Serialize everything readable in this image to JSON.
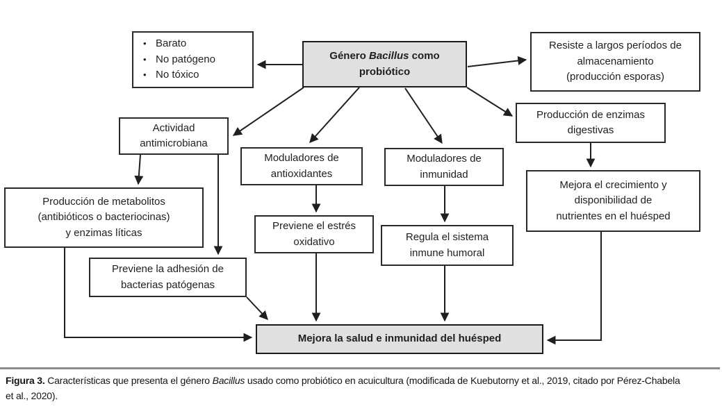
{
  "diagram": {
    "center": {
      "line1_prefix": "Género ",
      "line1_italic": "Bacillus",
      "line1_suffix": " como",
      "line2": "probiótico"
    },
    "bullets": {
      "marker": "•",
      "items": [
        "Barato",
        "No patógeno",
        "No tóxico"
      ]
    },
    "resiste": {
      "lines": [
        "Resiste a largos períodos de",
        "almacenamiento",
        "(producción esporas)"
      ]
    },
    "enzimas": {
      "lines": [
        "Producción de enzimas",
        "digestivas"
      ]
    },
    "actividad": {
      "lines": [
        "Actividad",
        "antimicrobiana"
      ]
    },
    "mod_antiox": {
      "lines": [
        "Moduladores de",
        "antioxidantes"
      ]
    },
    "mod_inmun": {
      "lines": [
        "Moduladores de",
        "inmunidad"
      ]
    },
    "metabolitos": {
      "lines": [
        "Producción de metabolitos",
        "(antibióticos o bacteriocinas)",
        "y enzimas líticas"
      ]
    },
    "previene_estres": {
      "lines": [
        "Previene el estrés",
        "oxidativo"
      ]
    },
    "regula": {
      "lines": [
        "Regula el sistema",
        "inmune humoral"
      ]
    },
    "adhesion": {
      "lines": [
        "Previene la adhesión de",
        "bacterias patógenas"
      ]
    },
    "crecimiento": {
      "lines": [
        "Mejora el crecimiento y",
        "disponibilidad de",
        "nutrientes en el huésped"
      ]
    },
    "bottom": {
      "label": "Mejora la salud e inmunidad  del huésped"
    }
  },
  "caption": {
    "line1_bold": "Figura 3.",
    "line1_before_italic": " Características que presenta el género ",
    "line1_italic": "Bacillus",
    "line1_after_italic": " usado como probiótico en acuicultura (modificada de Kuebutorny et al., 2019, citado por Pérez-Chabela",
    "line2": "et al., 2020)."
  },
  "colors": {
    "box_fill_gray": "#e0e0e0",
    "box_border": "#2a2a2a",
    "arrow": "#1f1f1f",
    "divider": "#8c8c8c"
  }
}
